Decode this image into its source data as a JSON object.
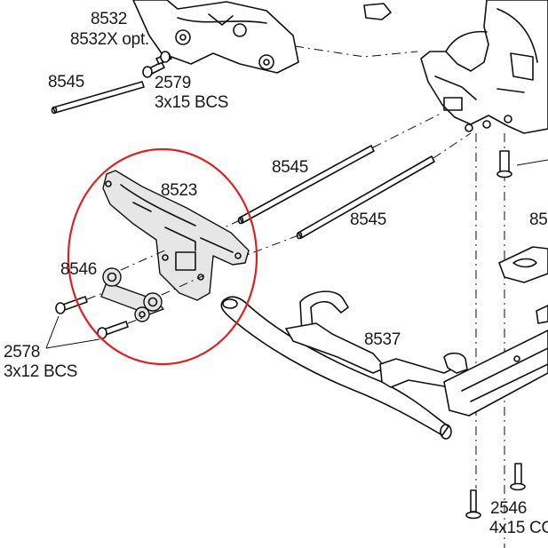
{
  "labels": {
    "l8532": "8532",
    "l8532x": "8532X opt.",
    "l8545a": "8545",
    "l2579": "2579",
    "l3x15": "3x15 BCS",
    "l8545b": "8545",
    "l8523": "8523",
    "l8545c": "8545",
    "l85": "85",
    "l8546": "8546",
    "l2578": "2578",
    "l3x12": "3x12 BCS",
    "l8537": "8537",
    "l2546": "2546",
    "l4x15": "4x15 CC"
  },
  "colors": {
    "callout": "#e02020",
    "ink": "#111111",
    "background": "#ffffff"
  }
}
